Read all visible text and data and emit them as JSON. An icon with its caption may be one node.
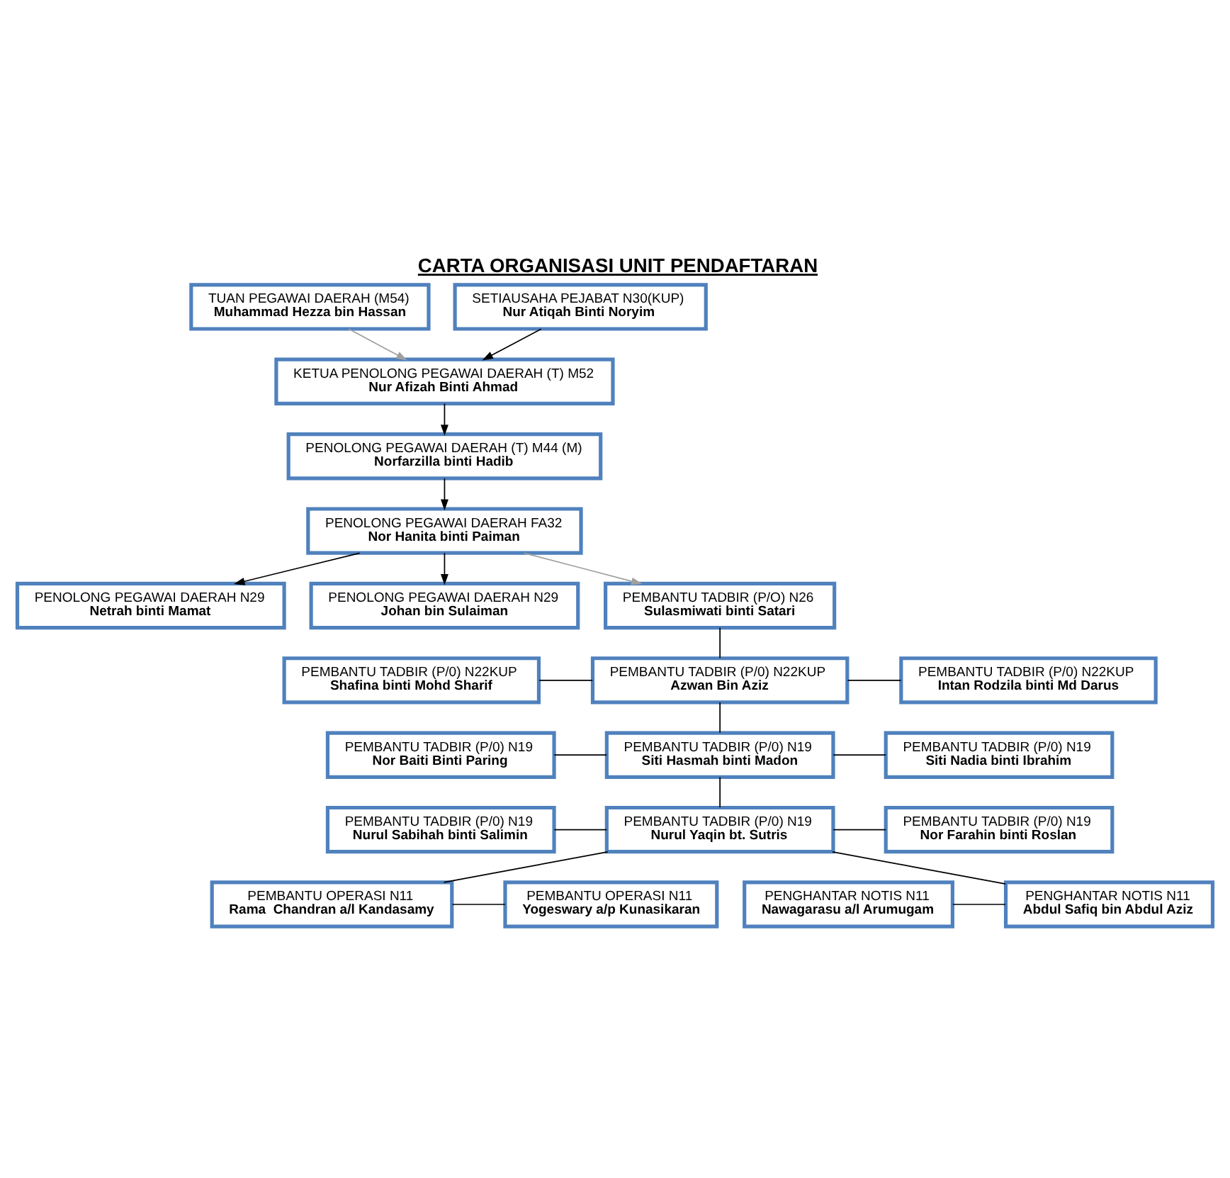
{
  "diagram": {
    "title": "CARTA ORGANISASI UNIT PENDAFTARAN",
    "nodes": [
      {
        "text": [
          "TUAN PEGAWAI DAERAH (M54)",
          "Muhammad Hezza bin Hassan"
        ]
      },
      {
        "text": [
          "SETIAUSAHA PEJABAT N30(KUP)",
          "Nur Atiqah Binti Noryim"
        ]
      },
      {
        "text": [
          "KETUA PENOLONG PEGAWAI DAERAH (T) M52",
          "Nur Afizah Binti Ahmad"
        ]
      },
      {
        "text": [
          "PENOLONG PEGAWAI DAERAH (T) M44 (M)",
          "Norfarzilla binti Hadib"
        ]
      },
      {
        "text": [
          "PENOLONG PEGAWAI DAERAH FA32",
          "Nor Hanita binti Paiman"
        ]
      },
      {
        "text": [
          "PENOLONG PEGAWAI DAERAH N29",
          "Netrah binti Mamat"
        ]
      },
      {
        "text": [
          "PENOLONG PEGAWAI DAERAH N29",
          "Johan bin Sulaiman"
        ]
      },
      {
        "text": [
          "PEMBANTU TADBIR (P/O) N26",
          "Sulasmiwati binti Satari"
        ]
      },
      {
        "text": [
          "PEMBANTU TADBIR (P/0) N22KUP",
          "Shafina binti Mohd Sharif"
        ]
      },
      {
        "text": [
          "PEMBANTU TADBIR (P/0) N22KUP",
          "Azwan Bin Aziz"
        ]
      },
      {
        "text": [
          "PEMBANTU TADBIR (P/0) N22KUP",
          "Intan Rodzila binti Md Darus"
        ]
      },
      {
        "text": [
          "PEMBANTU TADBIR (P/0) N19",
          "Nor Baiti Binti Paring"
        ]
      },
      {
        "text": [
          "PEMBANTU TADBIR (P/0) N19",
          "Siti Hasmah binti Madon"
        ]
      },
      {
        "text": [
          "PEMBANTU TADBIR (P/0) N19",
          "Siti Nadia binti Ibrahim"
        ]
      },
      {
        "text": [
          "PEMBANTU TADBIR (P/0) N19",
          "Nurul Sabihah binti Salimin"
        ]
      },
      {
        "text": [
          "PEMBANTU TADBIR (P/0) N19",
          "Nurul Yaqin bt. Sutris"
        ]
      },
      {
        "text": [
          "PEMBANTU TADBIR (P/0) N19",
          "Nor Farahin binti Roslan"
        ]
      },
      {
        "text": [
          "PENGHANTAR NOTIS N11",
          "Nawagarasu a/l Arumugam"
        ]
      },
      {
        "text": [
          "PENGHANTAR NOTIS N11",
          "Abdul Safiq bin Abdul Aziz"
        ]
      },
      {
        "text": [
          "PEMBANTU OPERASI N11",
          "Rama  Chandran a/l Kandasamy"
        ]
      },
      {
        "text": [
          "PEMBANTU OPERASI N11",
          "Yogeswary a/p Kunasikaran"
        ]
      }
    ],
    "edges": [
      {
        "from": 0,
        "to": 2,
        "arrow": "to",
        "color": "#a0a0a0"
      },
      {
        "from": 1,
        "to": 2,
        "arrow": "to"
      },
      {
        "from": 2,
        "to": 3,
        "arrow": "to"
      },
      {
        "from": 3,
        "to": 4,
        "arrow": "to"
      },
      {
        "from": 4,
        "to": 5,
        "arrow": "to"
      },
      {
        "from": 4,
        "to": 7,
        "arrow": "to",
        "color": "#a0a0a0"
      },
      {
        "from": 4,
        "to": 6,
        "arrow": "to"
      },
      {
        "from": 7,
        "to": 9,
        "arrow": "none"
      },
      {
        "from": 8,
        "to": 9,
        "arrow": "none"
      },
      {
        "from": 9,
        "to": 10,
        "arrow": "none"
      },
      {
        "from": 9,
        "to": 12,
        "arrow": "none"
      },
      {
        "from": 11,
        "to": 12,
        "arrow": "none"
      },
      {
        "from": 12,
        "to": 13,
        "arrow": "none"
      },
      {
        "from": 12,
        "to": 15,
        "arrow": "none"
      },
      {
        "from": 14,
        "to": 15,
        "arrow": "none"
      },
      {
        "from": 15,
        "to": 16,
        "arrow": "none"
      },
      {
        "from": 15,
        "to": 18,
        "arrow": "none"
      },
      {
        "from": 15,
        "to": 19,
        "arrow": "none"
      },
      {
        "from": 17,
        "to": 18,
        "arrow": "none"
      },
      {
        "from": 19,
        "to": 20,
        "arrow": "none"
      }
    ]
  }
}
